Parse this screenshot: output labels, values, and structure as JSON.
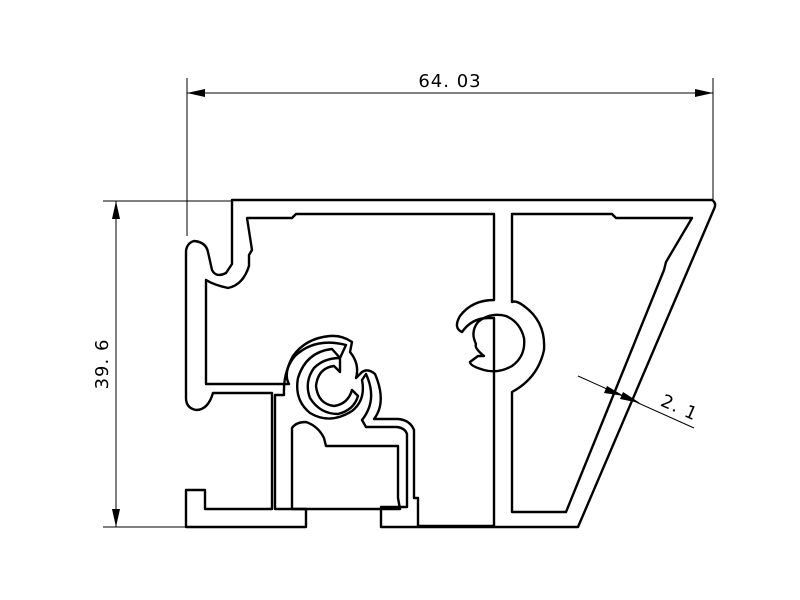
{
  "dimensions": {
    "width": "64. 03",
    "height": "39. 6",
    "wall_thickness": "2. 1"
  }
}
